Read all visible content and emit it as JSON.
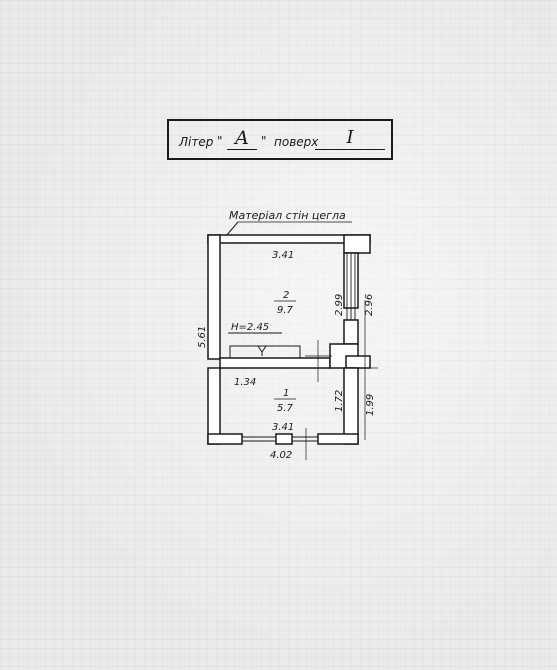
{
  "title_block": {
    "litera_label": "Літер",
    "quote_open": "\"",
    "litera_value": "A",
    "quote_close": "\"",
    "floor_label": "поверх",
    "floor_value": "I"
  },
  "plan": {
    "wall_material_note": "Матеріал стін цегла",
    "rooms": [
      {
        "number": "2",
        "area": "9.7",
        "height": "H=2.45"
      },
      {
        "number": "1",
        "area": "5.7"
      }
    ],
    "dimensions": {
      "upper_room_width": "3.41",
      "upper_window_height": "2.99",
      "upper_outer_right": "2.96",
      "total_left_height": "5.61",
      "lower_room_partial_width": "1.34",
      "lower_room_width": "3.41",
      "lower_right_inner": "1.72",
      "lower_right_outer": "1.99",
      "total_bottom_width": "4.02"
    }
  }
}
